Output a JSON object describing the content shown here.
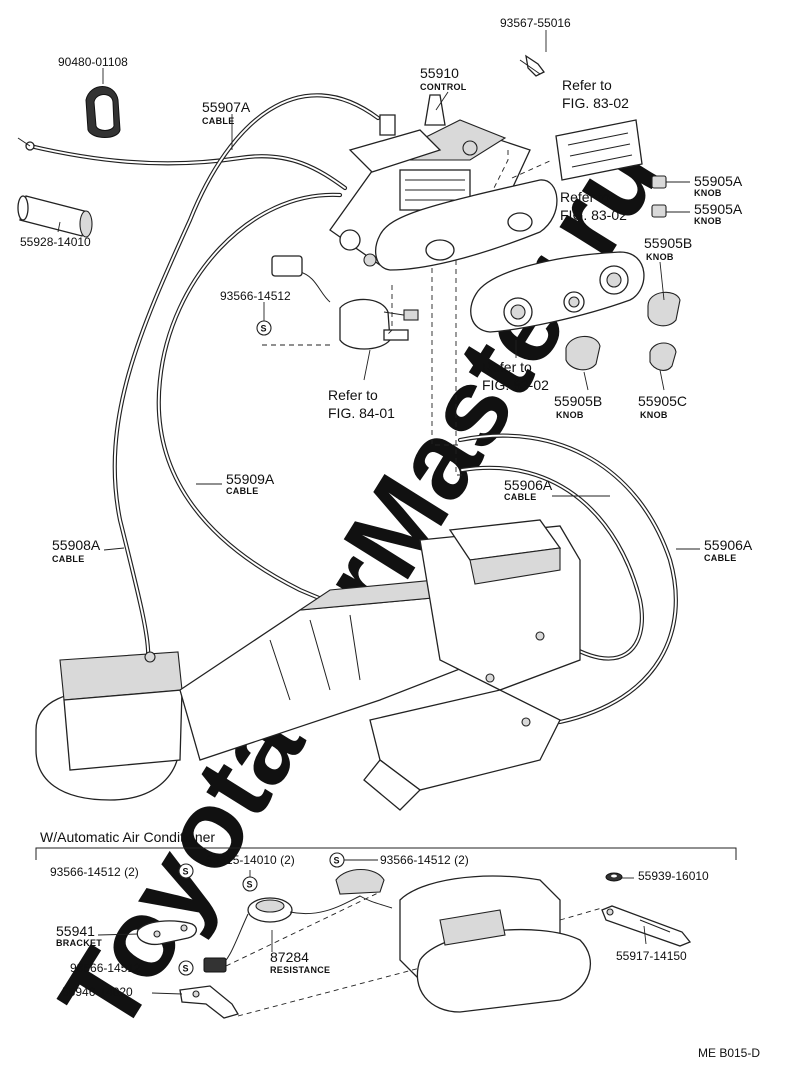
{
  "watermark": "ToyotaCarMaster.ru",
  "diagram_code": "ME  B015-D",
  "section_title": "W/Automatic Air Conditioner",
  "service_symbol": "S",
  "parts": {
    "p90480": {
      "number": "90480-01108"
    },
    "p55907a": {
      "number": "55907A",
      "name": "CABLE"
    },
    "p55910": {
      "number": "55910",
      "name": "CONTROL"
    },
    "p93567": {
      "number": "93567-55016"
    },
    "p55928": {
      "number": "55928-14010"
    },
    "p93566a": {
      "number": "93566-14512"
    },
    "p55905a_1": {
      "number": "55905A",
      "name": "KNOB"
    },
    "p55905a_2": {
      "number": "55905A",
      "name": "KNOB"
    },
    "p55905b_1": {
      "number": "55905B",
      "name": "KNOB"
    },
    "p55905b_2": {
      "number": "55905B",
      "name": "KNOB"
    },
    "p55905c": {
      "number": "55905C",
      "name": "KNOB"
    },
    "p55909a": {
      "number": "55909A",
      "name": "CABLE"
    },
    "p55908a": {
      "number": "55908A",
      "name": "CABLE"
    },
    "p55906a_1": {
      "number": "55906A",
      "name": "CABLE"
    },
    "p55906a_2": {
      "number": "55906A",
      "name": "CABLE"
    },
    "p93566b": {
      "number": "93566-14512 (2)"
    },
    "p93315": {
      "number": "93315-14010 (2)"
    },
    "p93566c": {
      "number": "93566-14512 (2)"
    },
    "p55939": {
      "number": "55939-16010"
    },
    "p55941": {
      "number": "55941",
      "name": "BRACKET"
    },
    "p87284": {
      "number": "87284",
      "name": "RESISTANCE"
    },
    "p93566d": {
      "number": "93566-14512"
    },
    "p55917": {
      "number": "55917-14150"
    },
    "p55946": {
      "number": "55946-14020"
    }
  },
  "references": {
    "ref_83_02_a": {
      "line1": "Refer to",
      "line2": "FIG. 83-02"
    },
    "ref_83_02_b": {
      "line1": "Refer to",
      "line2": "FIG. 83-02"
    },
    "ref_83_02_c": {
      "line1": "Refer to",
      "line2": "FIG. 83-02"
    },
    "ref_84_01": {
      "line1": "Refer to",
      "line2": "FIG. 84-01"
    }
  }
}
